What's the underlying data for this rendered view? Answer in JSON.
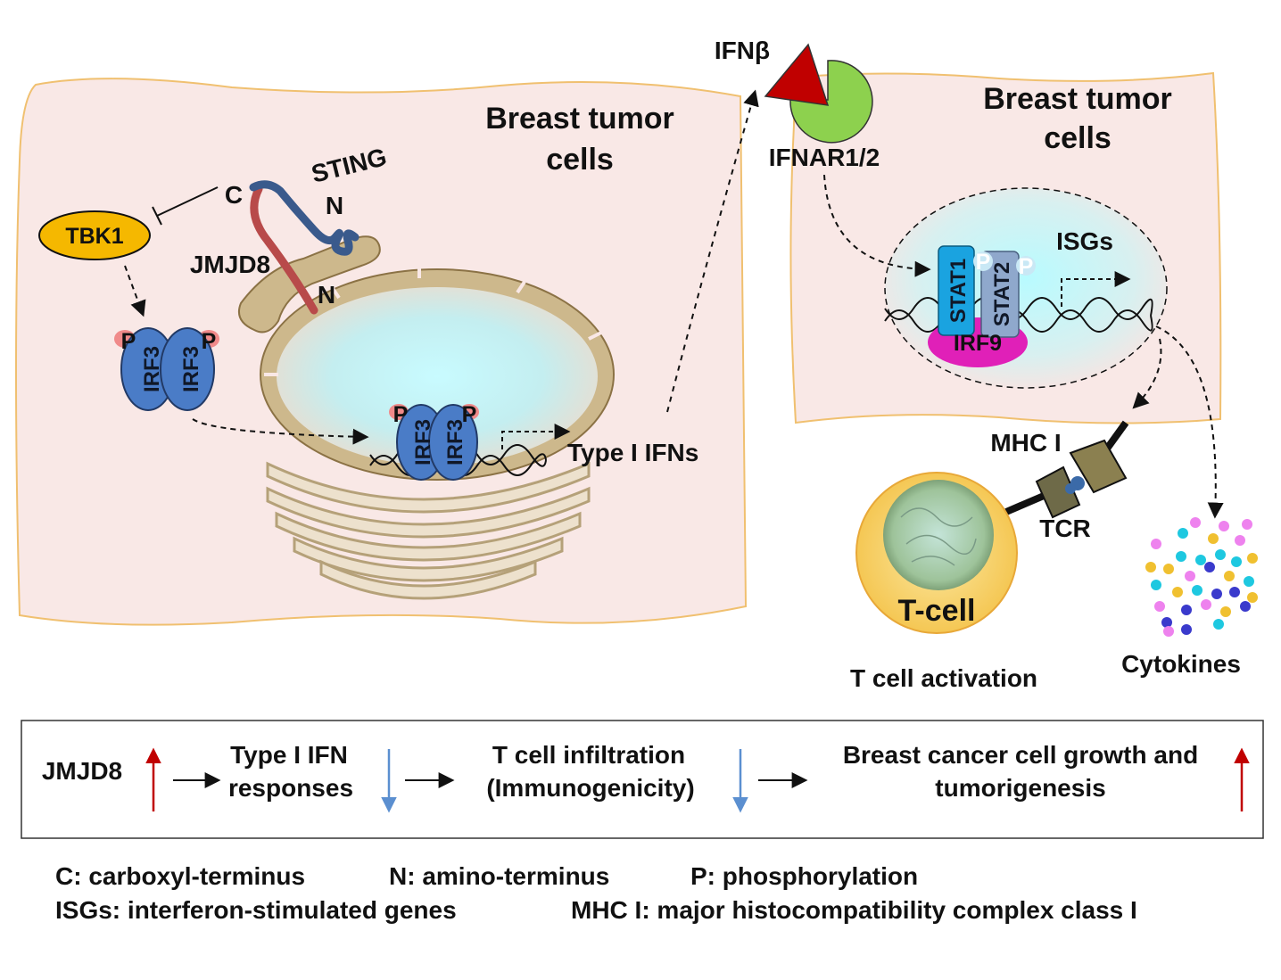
{
  "left_cell": {
    "title_line1": "Breast tumor",
    "title_line2": "cells",
    "tbk1": "TBK1",
    "sting": "STING",
    "jmjd8": "JMJD8",
    "c_label": "C",
    "n_sting": "N",
    "n_jmjd8": "N",
    "irf3": "IRF3",
    "p": "P",
    "type_i_ifns": "Type I IFNs"
  },
  "receptor": {
    "ifnb": "IFNβ",
    "ifnar": "IFNAR1/2"
  },
  "right_cell": {
    "title_line1": "Breast tumor",
    "title_line2": "cells",
    "stat1": "STAT1",
    "stat2": "STAT2",
    "irf9": "IRF9",
    "isgs": "ISGs",
    "p": "P"
  },
  "immune": {
    "mhc": "MHC I",
    "tcr": "TCR",
    "tcell": "T-cell",
    "activation": "T cell activation",
    "cytokines": "Cytokines"
  },
  "summary": {
    "jmjd8": "JMJD8",
    "ifn_line1": "Type I IFN",
    "ifn_line2": "responses",
    "tcell_line1": "T cell infiltration",
    "tcell_line2": "(Immunogenicity)",
    "growth_line1": "Breast cancer cell growth and",
    "growth_line2": "tumorigenesis"
  },
  "legend": {
    "c": "C: carboxyl-terminus",
    "n": "N: amino-terminus",
    "p": "P: phosphorylation",
    "isgs": "ISGs: interferon-stimulated genes",
    "mhc": "MHC I: major histocompatibility complex class I"
  },
  "colors": {
    "cell_fill": "#f9e8e6",
    "cell_border": "#f0c070",
    "irf3": "#4a7cc7",
    "phospho": "#f08a8a",
    "tbk1": "#f5b800",
    "ifnb": "#c00000",
    "ifnar": "#8dd14e",
    "stat1": "#1aa3e0",
    "stat2": "#8fa8cc",
    "irf9": "#e020b8",
    "up_arrow": "#c00000",
    "down_arrow": "#5b8fd0"
  }
}
